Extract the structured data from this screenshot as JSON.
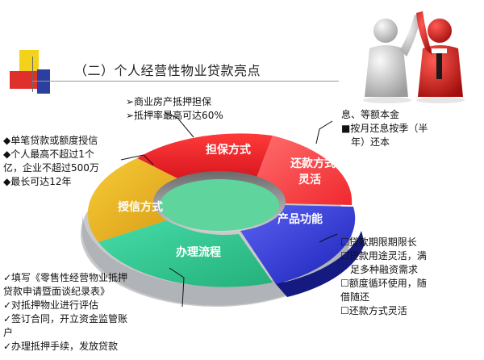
{
  "title": "（二）个人经营性物业贷款亮点",
  "segments": {
    "guarantee": "担保方式",
    "credit": "授信方式",
    "process": "办理流程",
    "product": "产品功能",
    "repay_line1": "还款方式",
    "repay_line2": "灵活"
  },
  "colors": {
    "guarantee": "#e8232b",
    "repay": "#ff4b4b",
    "credit": "#e6b41e",
    "process": "#3fcf9a",
    "product": "#2e36d6"
  },
  "bullets": {
    "guarantee": [
      "➢商业房产抵押担保",
      "➢抵押率最高可达60%"
    ],
    "repay": [
      "息、等额本金",
      "■按月还息按季（半",
      "年）还本"
    ],
    "credit": [
      "◆单笔贷款或额度授信",
      "◆个人最高不超过1个",
      "亿，企业不超过500万",
      "◆最长可达12年"
    ],
    "product": [
      "☐贷款期限期限长",
      "☐贷款用途灵活，满",
      "足多种融资需求",
      "☐额度循环使用，随",
      "借随还",
      "☐还款方式灵活"
    ],
    "process": [
      "✓填写《零售性经营物业抵押",
      "贷款申请暨面谈纪录表》",
      "✓对抵押物业进行评估",
      "✓签订合同，开立资金监管账",
      "户",
      "✓办理抵押手续，发放贷款"
    ]
  }
}
